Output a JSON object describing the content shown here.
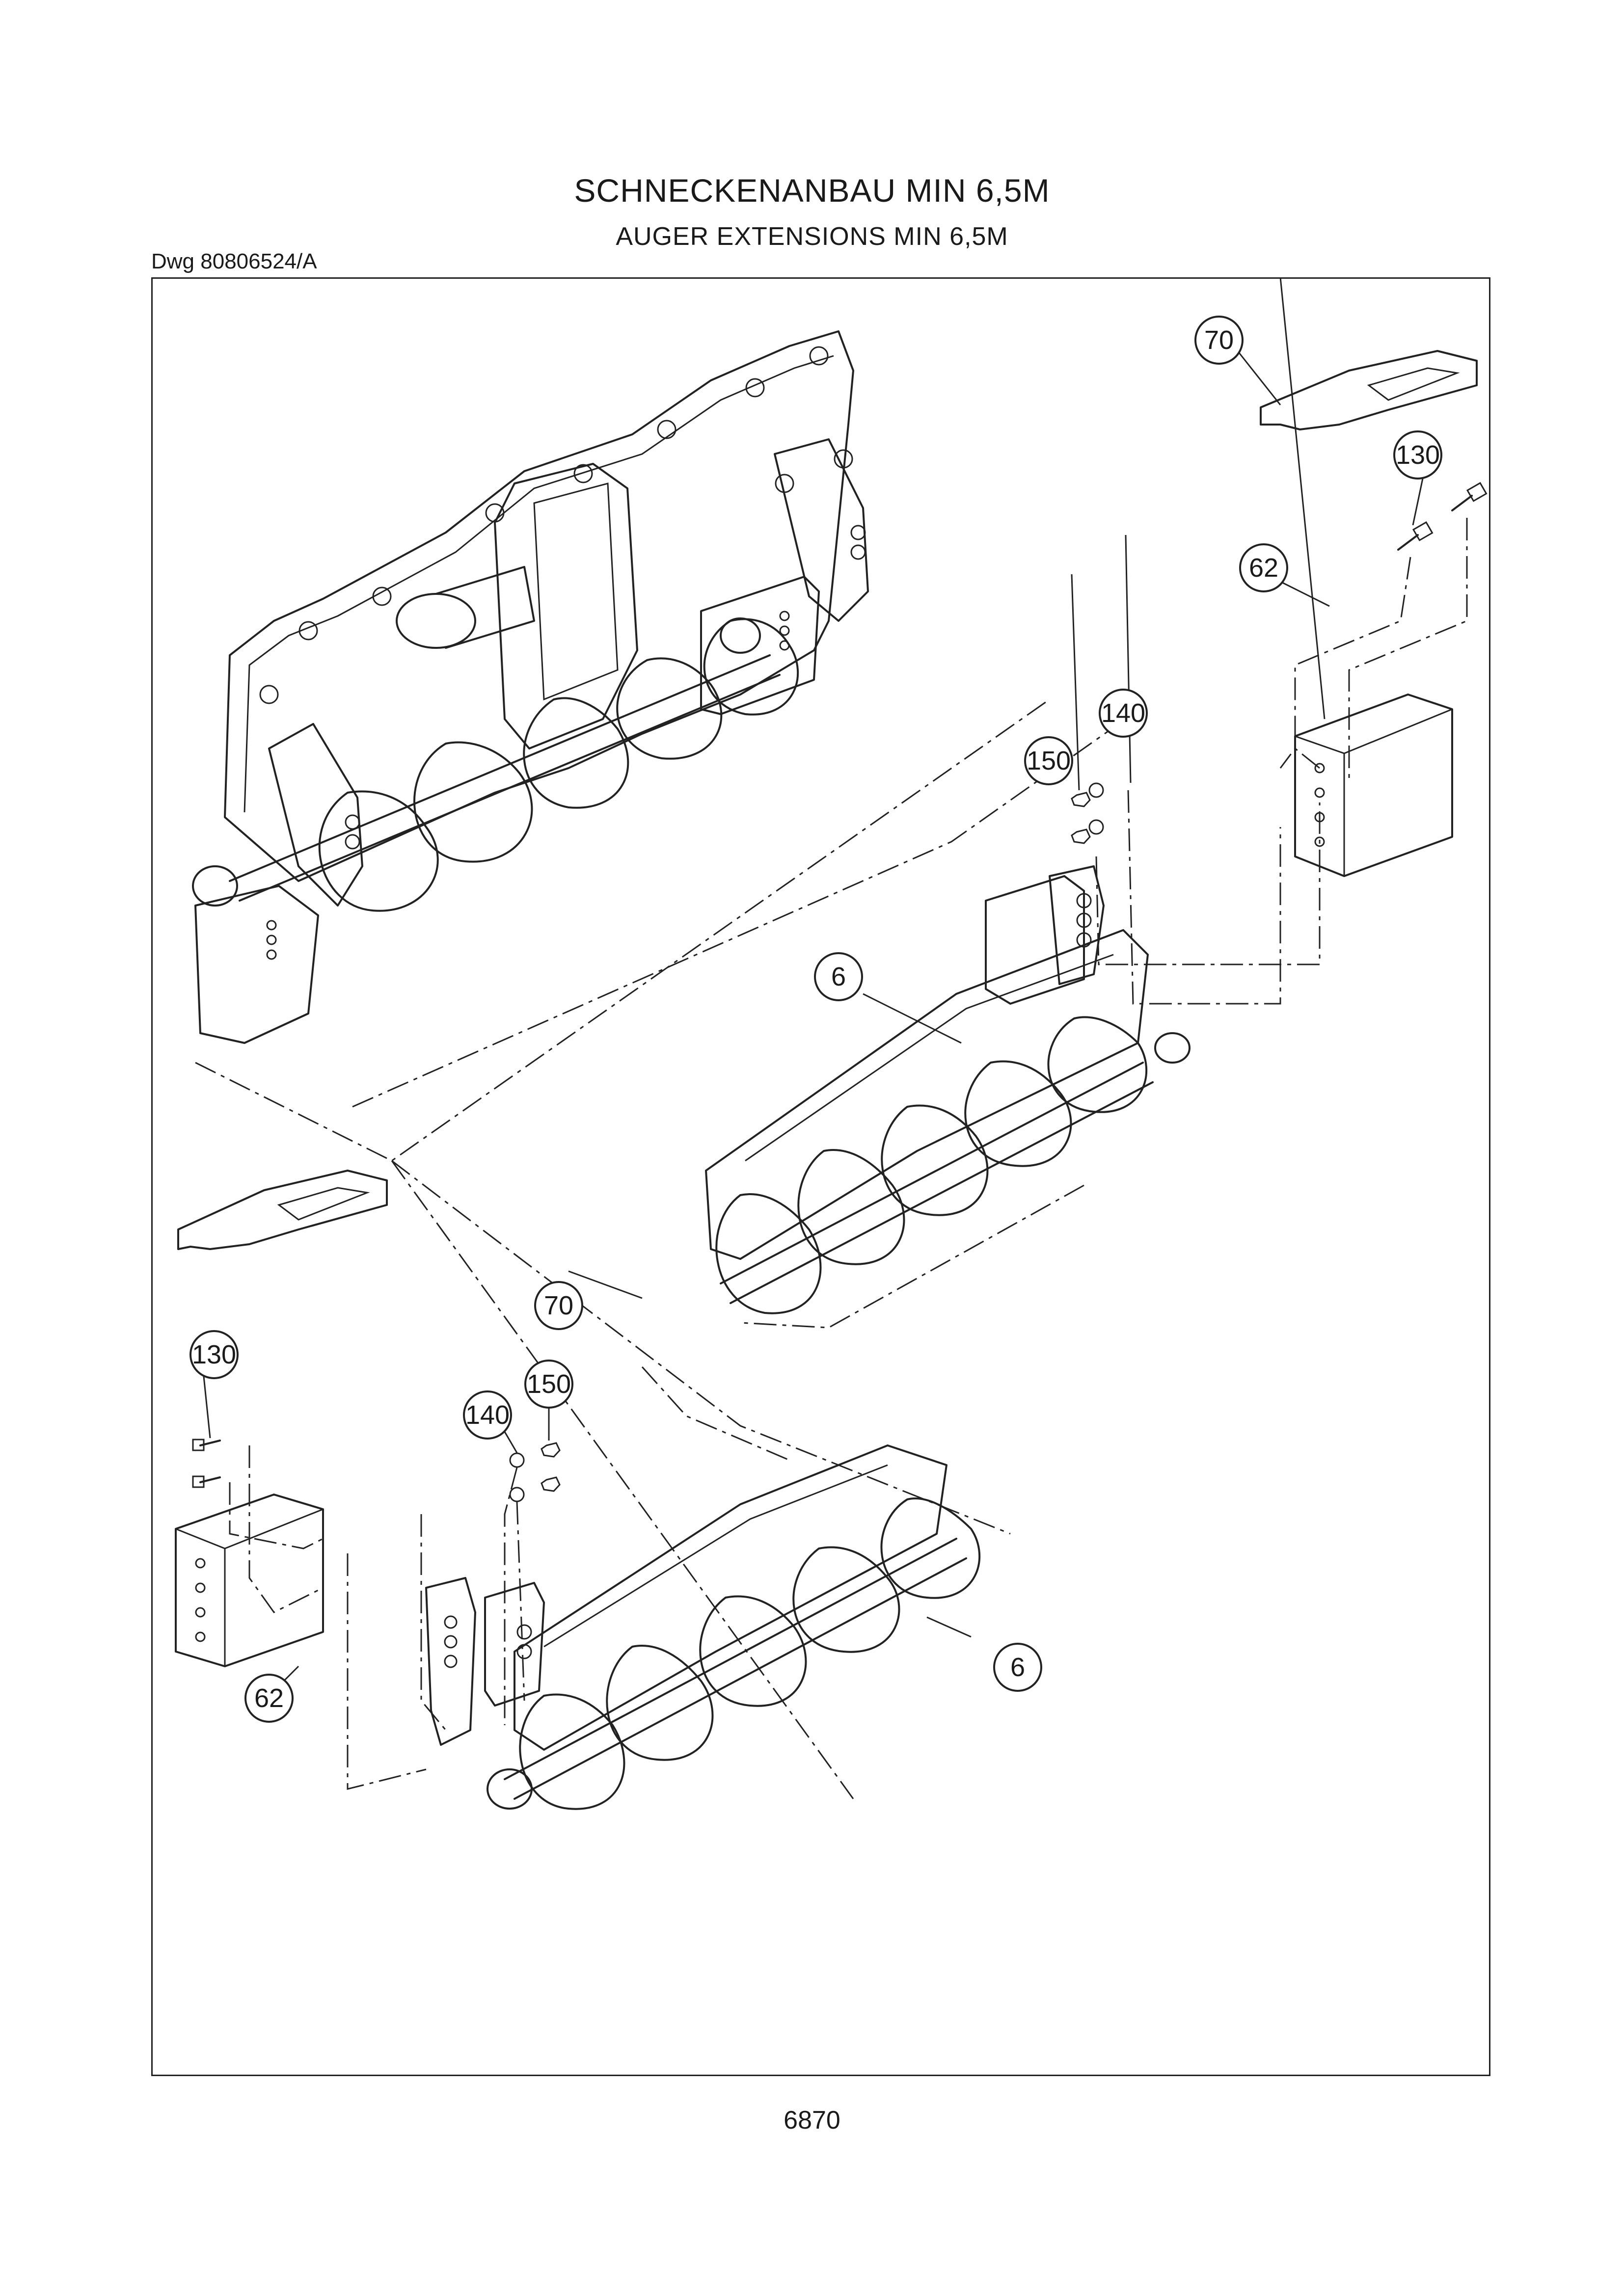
{
  "header": {
    "title_de": "SCHNECKENANBAU MIN 6,5M",
    "title_en": "AUGER EXTENSIONS MIN 6,5M",
    "drawing_no": "Dwg 80806524/A"
  },
  "footer": {
    "page_number": "6870"
  },
  "callouts": {
    "c70_top": "70",
    "c130_top": "130",
    "c62_top": "62",
    "c140_top": "140",
    "c150_top": "150",
    "c6_top": "6",
    "c70_left": "70",
    "c130_left": "130",
    "c140_left": "140",
    "c150_left": "150",
    "c62_left": "62",
    "c6_bottom": "6"
  }
}
